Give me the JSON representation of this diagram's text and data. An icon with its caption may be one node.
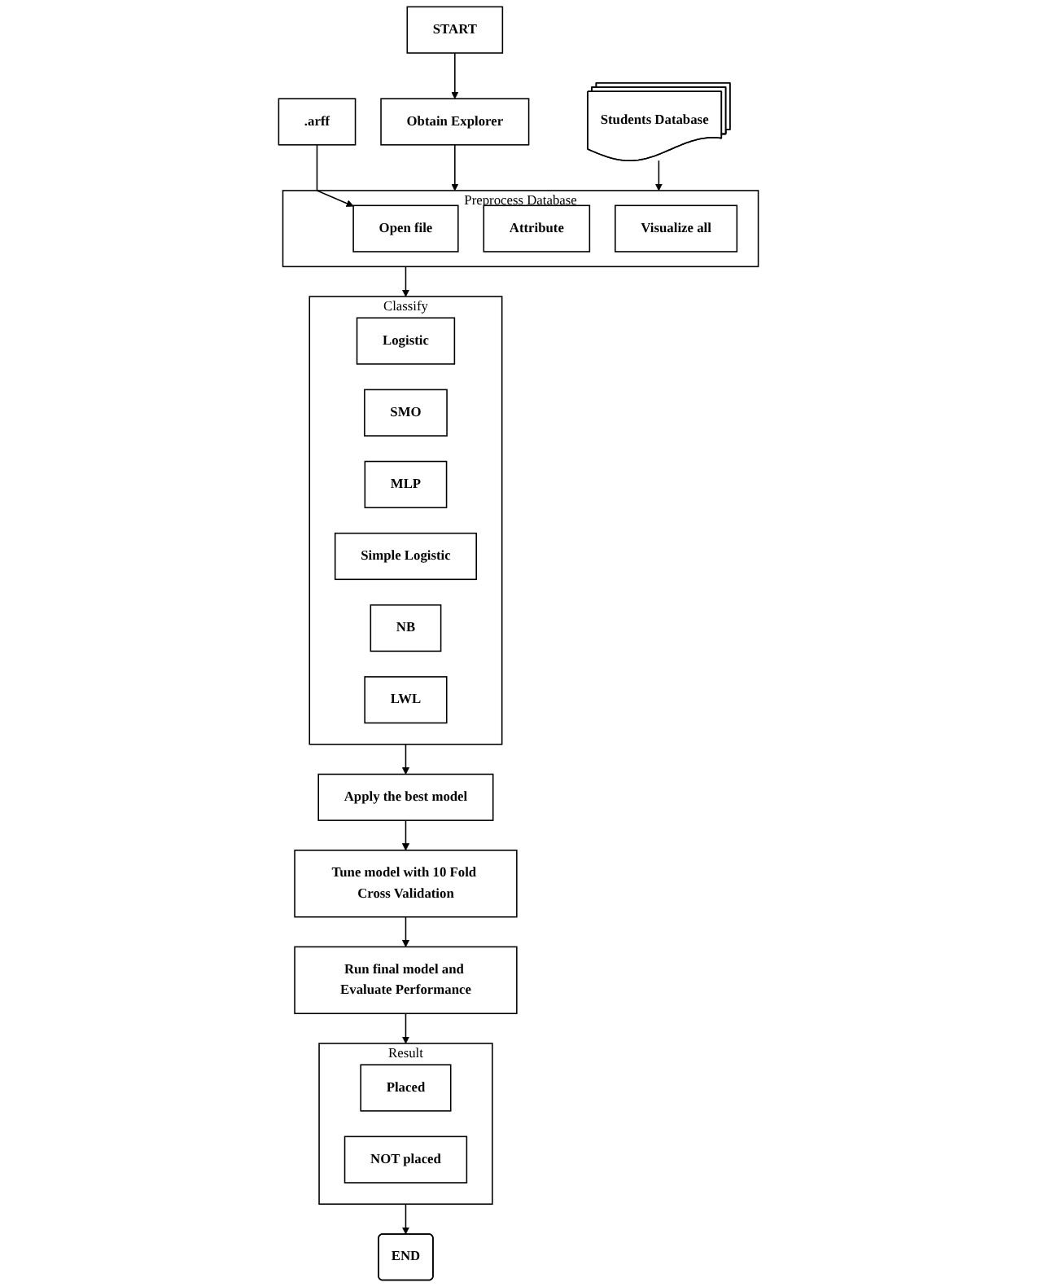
{
  "diagram": {
    "nodes": [
      {
        "text": [
          "START"
        ]
      },
      {
        "text": [
          "Obtain Explorer"
        ]
      },
      {
        "text": [
          "Students Database"
        ]
      },
      {
        "text": [
          "Preprocess Database"
        ]
      },
      {
        "text": [
          "Open file"
        ],
        "in": 3
      },
      {
        "text": [
          "Attribute"
        ],
        "in": 3
      },
      {
        "text": [
          "Visualize all"
        ],
        "in": 3
      },
      {
        "text": [
          ".arff"
        ]
      },
      {
        "text": [
          "Classify"
        ]
      },
      {
        "text": [
          "Logistic"
        ],
        "in": 8
      },
      {
        "text": [
          "SMO"
        ],
        "in": 8
      },
      {
        "text": [
          "MLP"
        ],
        "in": 8
      },
      {
        "text": [
          "Simple Logistic"
        ],
        "in": 8
      },
      {
        "text": [
          "NB"
        ],
        "in": 8
      },
      {
        "text": [
          "LWL"
        ],
        "in": 8
      },
      {
        "text": [
          "Apply the best model"
        ]
      },
      {
        "text": [
          "Tune model with 10 Fold Cross Validation"
        ]
      },
      {
        "text": [
          "Run final model and Evaluate Performance"
        ]
      },
      {
        "text": [
          "Result"
        ]
      },
      {
        "text": [
          "Placed"
        ],
        "in": 18
      },
      {
        "text": [
          "NOT placed"
        ],
        "in": 18
      },
      {
        "text": [
          "END"
        ]
      }
    ],
    "edges": [
      {
        "from": 0,
        "to": 1,
        "arrow": "to"
      },
      {
        "from": 1,
        "to": 3,
        "arrow": "to"
      },
      {
        "from": 2,
        "to": 3,
        "arrow": "to"
      },
      {
        "from": 7,
        "to": 4,
        "arrow": "to"
      },
      {
        "from": 3,
        "to": 8,
        "arrow": "to"
      },
      {
        "from": 8,
        "to": 15,
        "arrow": "to"
      },
      {
        "from": 15,
        "to": 16,
        "arrow": "to"
      },
      {
        "from": 16,
        "to": 17,
        "arrow": "to"
      },
      {
        "from": 17,
        "to": 18,
        "arrow": "to"
      },
      {
        "from": 18,
        "to": 21,
        "arrow": "to"
      }
    ]
  }
}
